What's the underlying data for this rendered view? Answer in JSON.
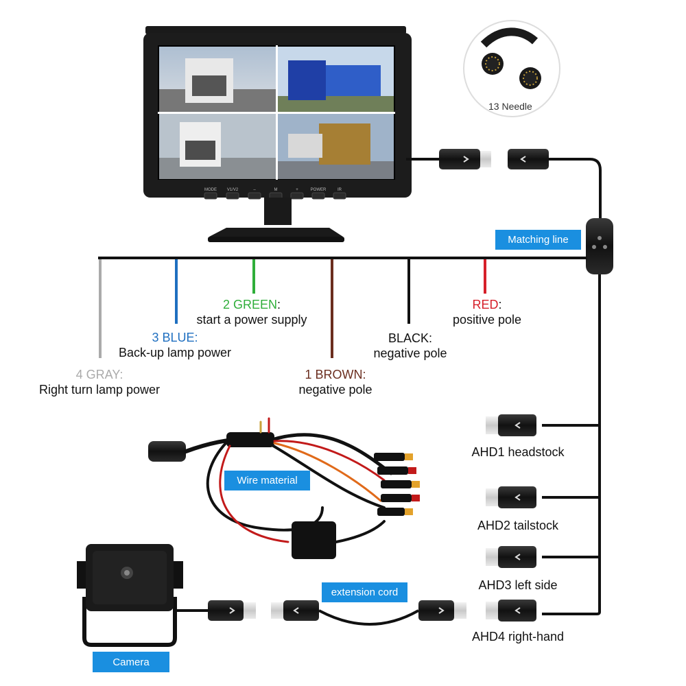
{
  "needle_label": "13 Needle",
  "tags": {
    "matching_line": "Matching line",
    "wire_material": "Wire material",
    "extension_cord": "extension cord",
    "camera": "Camera"
  },
  "monitor_buttons": [
    "MODE",
    "V1/V2",
    "–",
    "M",
    "+",
    "POWER",
    "IR"
  ],
  "wires": [
    {
      "id": "gray",
      "color_name": "4 GRAY",
      "desc": "Right turn lamp power",
      "color": "#aaaaaa"
    },
    {
      "id": "blue",
      "color_name": "3 BLUE",
      "desc": "Back-up lamp power",
      "color": "#1f6fc0"
    },
    {
      "id": "green",
      "color_name": "2 GREEN",
      "desc": "start a power supply",
      "color": "#2fae3a"
    },
    {
      "id": "brown",
      "color_name": "1 BROWN",
      "desc": "negative pole",
      "color": "#6b2e1f"
    },
    {
      "id": "black",
      "color_name": "BLACK",
      "desc": "negative pole",
      "color": "#111111"
    },
    {
      "id": "red",
      "color_name": "RED",
      "desc": "positive pole",
      "color": "#d6202a"
    }
  ],
  "ahd": [
    {
      "label": "AHD1 headstock"
    },
    {
      "label": "AHD2 tailstock"
    },
    {
      "label": "AHD3 left side"
    },
    {
      "label": "AHD4 right-hand"
    }
  ],
  "colors": {
    "accent": "#1a8fe0",
    "cable": "#111111"
  }
}
